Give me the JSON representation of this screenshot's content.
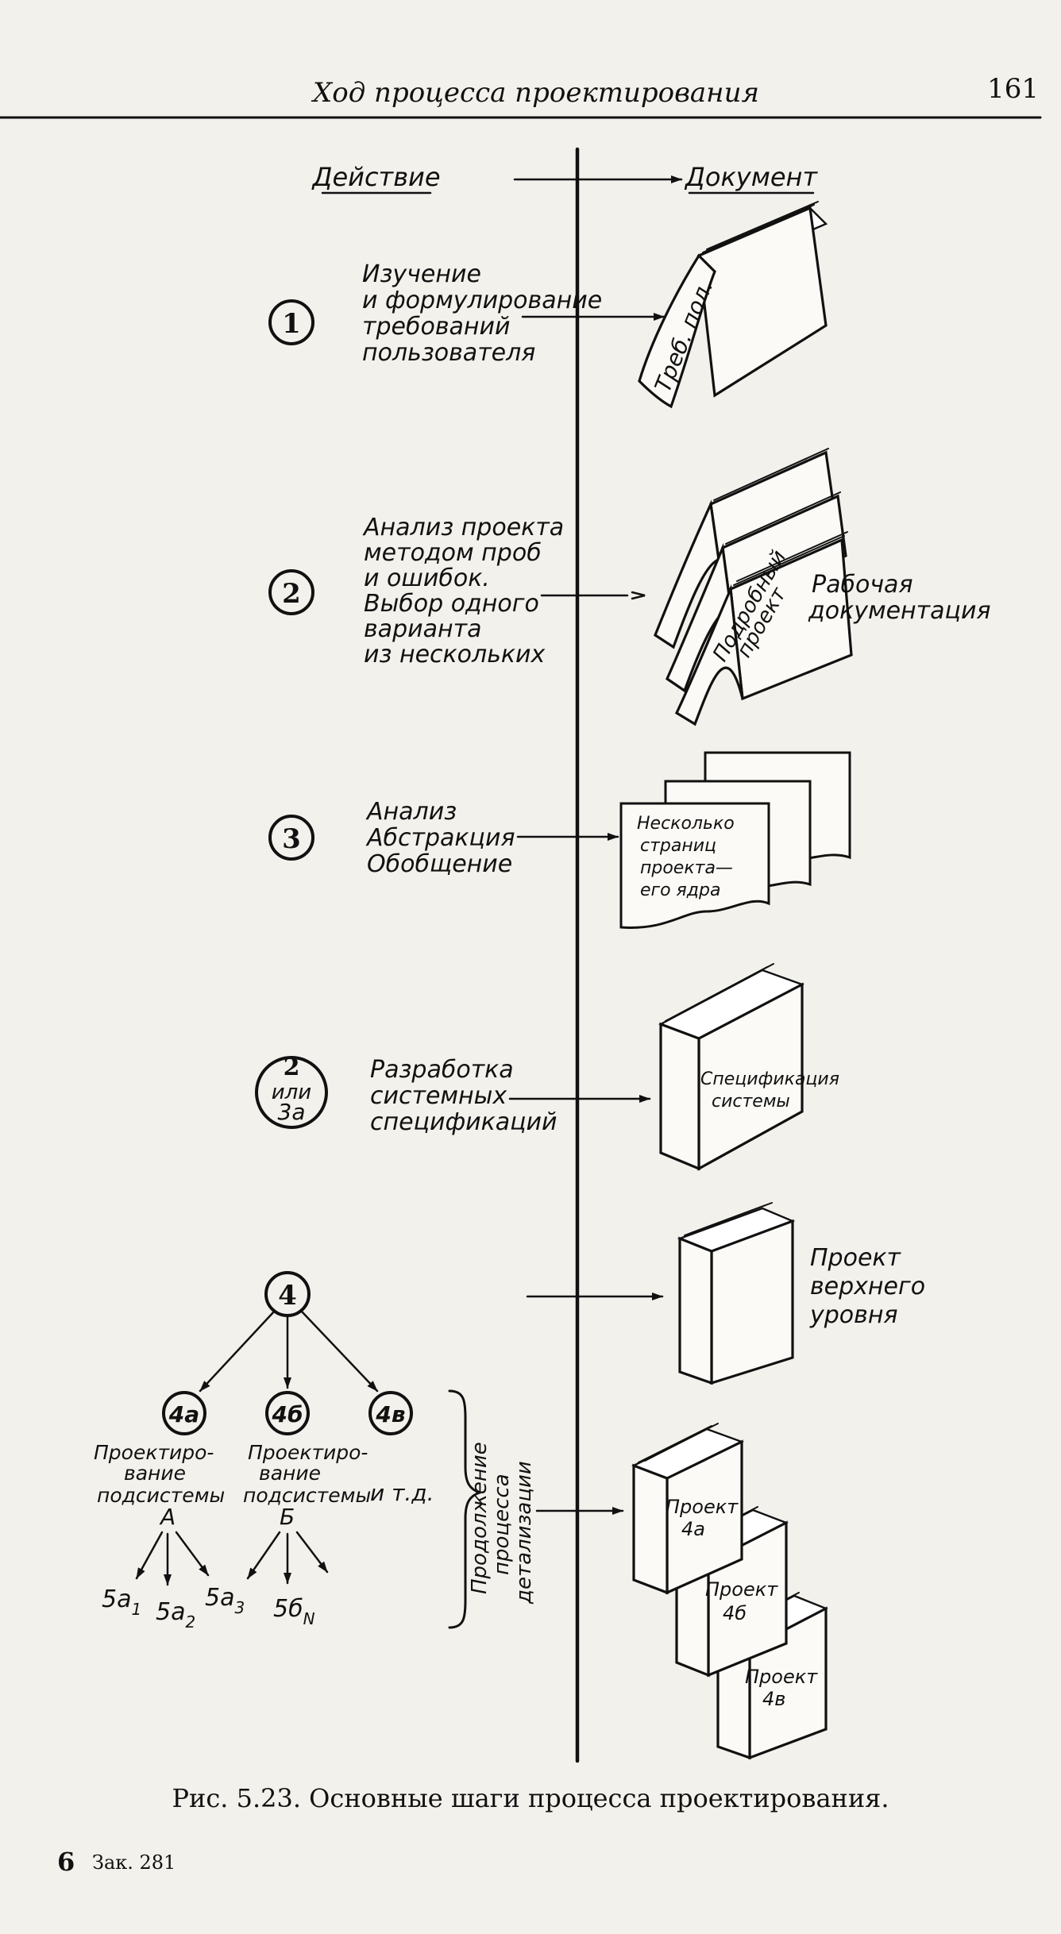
{
  "header": {
    "running_title": "Ход процесса проектирования",
    "page_number": "161"
  },
  "columns": {
    "action": "Действие",
    "document": "Документ"
  },
  "steps": [
    {
      "id": "1",
      "action_lines": [
        "Изучение",
        "и формулирование",
        "требований",
        "пользователя"
      ]
    },
    {
      "id": "2",
      "action_lines": [
        "Анализ проекта",
        "методом проб",
        "и ошибок.",
        "Выбор одного",
        "варианта",
        "из нескольких"
      ]
    },
    {
      "id": "3",
      "action_lines": [
        "Анализ",
        "Абстракция",
        "Обобщение"
      ]
    },
    {
      "id_lines": [
        "2",
        "или",
        "3а"
      ],
      "action_lines": [
        "Разработка",
        "системных",
        "спецификаций"
      ]
    },
    {
      "id": "4"
    }
  ],
  "substeps": {
    "nodes": [
      "4а",
      "4б",
      "4в"
    ],
    "a_lines": [
      "Проектиро-",
      "вание",
      "подсистемы",
      "А"
    ],
    "b_lines": [
      "Проектиро-",
      "вание",
      "подсистемы",
      "Б"
    ],
    "etc": "и т.д.",
    "leaves_a": [
      {
        "base": "5а",
        "sub": "1"
      },
      {
        "base": "5а",
        "sub": "2"
      },
      {
        "base": "5а",
        "sub": "3"
      }
    ],
    "leaf_b": {
      "base": "5б",
      "sub": "N"
    },
    "brace_lines": [
      "Продолжение",
      "процесса",
      "детализации"
    ]
  },
  "documents": {
    "requirements": "Треб. пол.",
    "detailed_project_lines": [
      "Подробный",
      "проект"
    ],
    "working_docs_lines": [
      "Рабочая",
      "документация"
    ],
    "pages_lines": [
      "Несколько",
      "страниц",
      "проекта—",
      "его ядра"
    ],
    "spec_lines": [
      "Спецификация",
      "системы"
    ],
    "top_level_lines": [
      "Проект",
      "верхнего",
      "уровня"
    ],
    "proj_4a": [
      "Проект",
      "4а"
    ],
    "proj_4b": [
      "Проект",
      "4б"
    ],
    "proj_4v": [
      "Проект",
      "4в"
    ]
  },
  "caption": "Рис. 5.23. Основные шаги процесса проектирования.",
  "footer": {
    "signature_number": "6",
    "order": "Зак. 281"
  }
}
